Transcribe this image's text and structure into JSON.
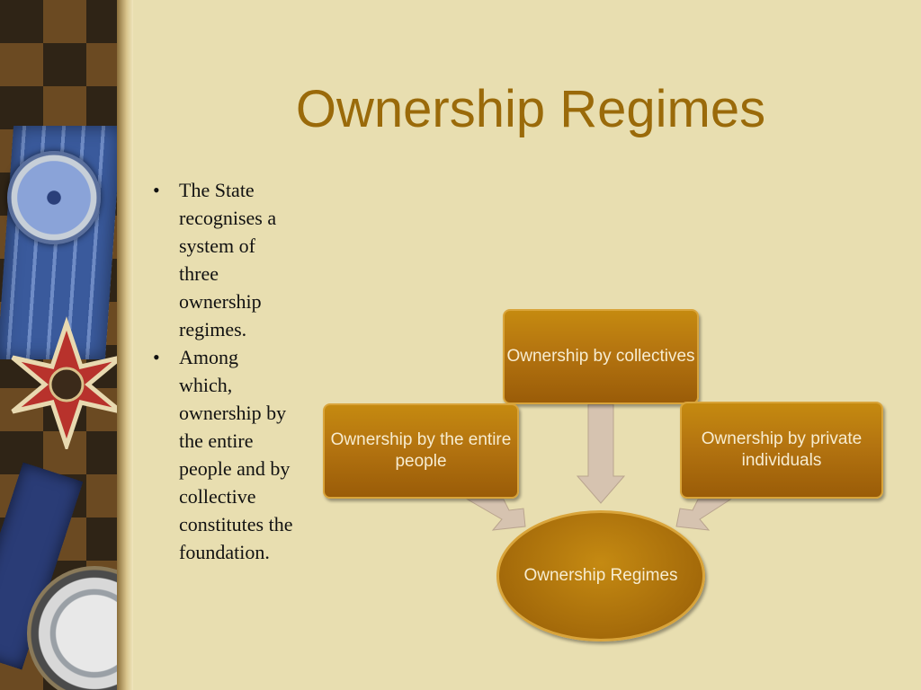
{
  "slide": {
    "title": "Ownership Regimes",
    "bullets": [
      "The State recognises a system of three ownership regimes.",
      "Among which, ownership by the entire people and by collective constitutes the foundation."
    ],
    "bullet_glyph": "•"
  },
  "diagram": {
    "nodes": {
      "collectives": "Ownership by collectives",
      "entire_people": "Ownership by the entire people",
      "private": "Ownership by private individuals",
      "center": "Ownership Regimes"
    },
    "colors": {
      "box": "#b47410",
      "box_border": "#d9a43a",
      "box_text": "#f7ecd0",
      "arrow": "#d6c3b0",
      "title": "#9a6a0a",
      "background": "#e8deb0"
    }
  }
}
